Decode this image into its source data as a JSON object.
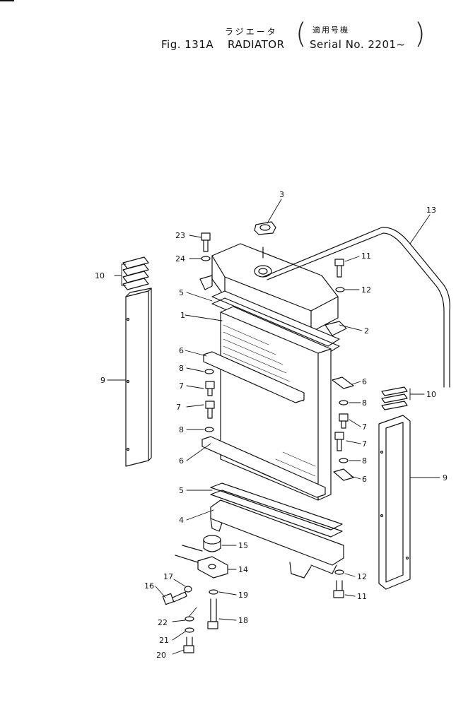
{
  "header": {
    "jp_title": "ラジエータ",
    "jp_serial": "適用号機",
    "fig_label": "Fig. 131A",
    "title": "RADIATOR",
    "serial": "Serial No. 2201~"
  },
  "callouts": [
    {
      "id": "c3",
      "text": "3"
    },
    {
      "id": "c13",
      "text": "13"
    },
    {
      "id": "c23",
      "text": "23"
    },
    {
      "id": "c24",
      "text": "24"
    },
    {
      "id": "c11a",
      "text": "11"
    },
    {
      "id": "c12a",
      "text": "12"
    },
    {
      "id": "c10a",
      "text": "10"
    },
    {
      "id": "c5a",
      "text": "5"
    },
    {
      "id": "c1",
      "text": "1"
    },
    {
      "id": "c2",
      "text": "2"
    },
    {
      "id": "c9a",
      "text": "9"
    },
    {
      "id": "c6a",
      "text": "6"
    },
    {
      "id": "c8a",
      "text": "8"
    },
    {
      "id": "c7a",
      "text": "7"
    },
    {
      "id": "c7b",
      "text": "7"
    },
    {
      "id": "c8b",
      "text": "8"
    },
    {
      "id": "c6b",
      "text": "6"
    },
    {
      "id": "c6c",
      "text": "6"
    },
    {
      "id": "c8c",
      "text": "8"
    },
    {
      "id": "c7c",
      "text": "7"
    },
    {
      "id": "c7d",
      "text": "7"
    },
    {
      "id": "c8d",
      "text": "8"
    },
    {
      "id": "c6d",
      "text": "6"
    },
    {
      "id": "c10b",
      "text": "10"
    },
    {
      "id": "c9b",
      "text": "9"
    },
    {
      "id": "c5b",
      "text": "5"
    },
    {
      "id": "c4",
      "text": "4"
    },
    {
      "id": "c15",
      "text": "15"
    },
    {
      "id": "c14",
      "text": "14"
    },
    {
      "id": "c12b",
      "text": "12"
    },
    {
      "id": "c17",
      "text": "17"
    },
    {
      "id": "c16",
      "text": "16"
    },
    {
      "id": "c19",
      "text": "19"
    },
    {
      "id": "c11b",
      "text": "11"
    },
    {
      "id": "c18",
      "text": "18"
    },
    {
      "id": "c22",
      "text": "22"
    },
    {
      "id": "c21",
      "text": "21"
    },
    {
      "id": "c20",
      "text": "20"
    }
  ]
}
